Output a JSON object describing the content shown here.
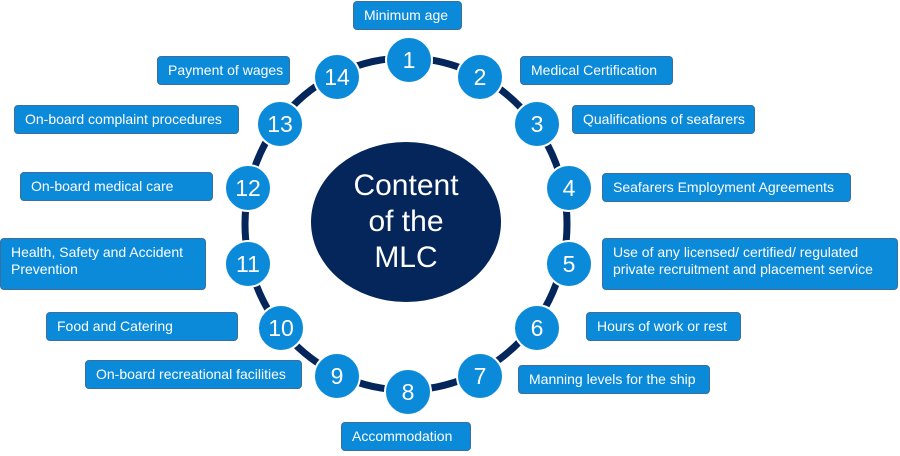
{
  "center": {
    "lines": [
      "Content",
      "of the",
      "MLC"
    ]
  },
  "colors": {
    "node": "#0a8ad8",
    "ring": "#04265a",
    "center": "#04265a",
    "text": "#ffffff"
  },
  "items": [
    {
      "number": "1",
      "label": "Minimum age"
    },
    {
      "number": "2",
      "label": "Medical Certification"
    },
    {
      "number": "3",
      "label": "Qualifications of seafarers"
    },
    {
      "number": "4",
      "label": "Seafarers Employment Agreements"
    },
    {
      "number": "5",
      "label": "Use of any licensed/ certified/ regulated private recruitment and placement service"
    },
    {
      "number": "6",
      "label": "Hours of work or rest"
    },
    {
      "number": "7",
      "label": "Manning levels for the ship"
    },
    {
      "number": "8",
      "label": "Accommodation"
    },
    {
      "number": "9",
      "label": "On-board recreational facilities"
    },
    {
      "number": "10",
      "label": "Food and Catering"
    },
    {
      "number": "11",
      "label": "Health, Safety and Accident Prevention"
    },
    {
      "number": "12",
      "label": "On-board medical care"
    },
    {
      "number": "13",
      "label": "On-board complaint procedures"
    },
    {
      "number": "14",
      "label": "Payment of wages"
    }
  ]
}
